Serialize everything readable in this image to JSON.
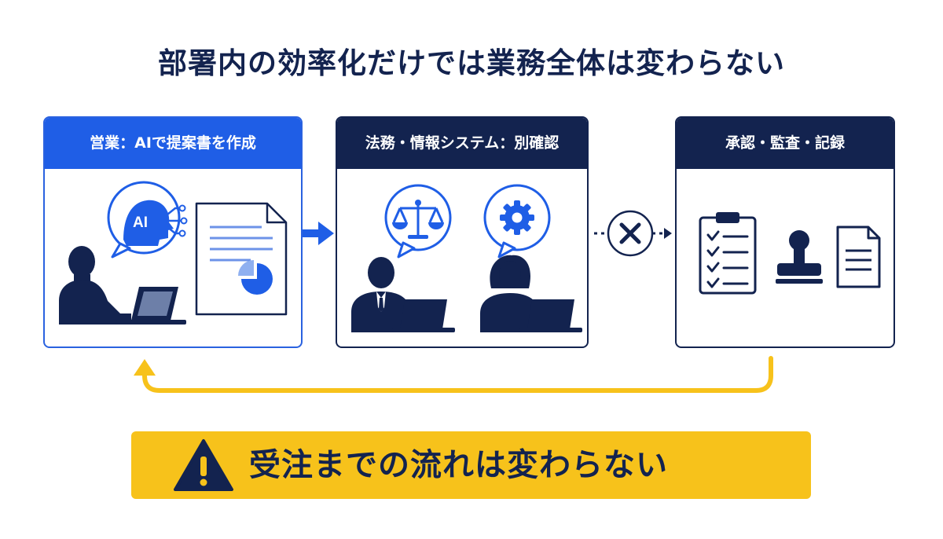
{
  "title": "部署内の効率化だけでは業務全体は変わらない",
  "panels": {
    "sales": {
      "header": "営業：AIで提案書を作成",
      "ai_badge": "AI"
    },
    "legal": {
      "header": "法務・情報システム：別確認"
    },
    "approve": {
      "header": "承認・監査・記録"
    }
  },
  "banner": {
    "text": "受注までの流れは変わらない",
    "icon": "warning-icon"
  },
  "icons": [
    "ai-head-icon",
    "document-chart-icon",
    "person-laptop-icon",
    "scales-icon",
    "gear-icon",
    "checklist-icon",
    "stamp-icon",
    "document-icon",
    "blocked-x-icon"
  ],
  "colors": {
    "navy": "#13234f",
    "blue": "#1f5ee6",
    "yellow": "#f7c21b"
  }
}
